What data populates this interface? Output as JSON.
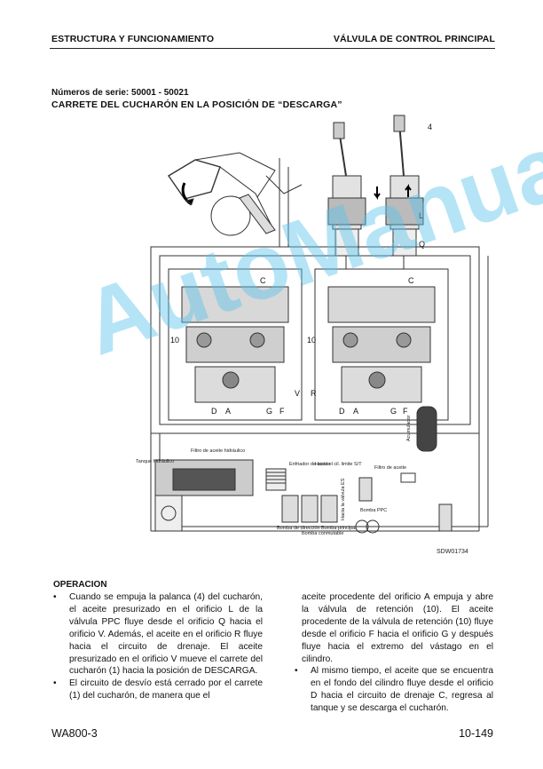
{
  "header": {
    "left": "ESTRUCTURA Y FUNCIONAMIENTO",
    "right": "VÁLVULA DE CONTROL PRINCIPAL"
  },
  "serial": "Números de serie: 50001 - 50021",
  "title": "CARRETE DEL CUCHARÓN EN LA POSICIÓN DE “DESCARGA”",
  "diagram": {
    "labels": {
      "c": "C",
      "ten": "10",
      "four": "4",
      "l": "L",
      "q": "Q",
      "d": "D",
      "a": "A",
      "g": "G",
      "f": "F",
      "v": "V",
      "r": "R",
      "tanque": "Tanque hidráulico",
      "filtro_hidr": "Filtro de aceite hidráulico",
      "filtro": "Filtro de aceite",
      "acumulador": "Acumulador",
      "enfriador": "Enfriador de aceite",
      "hacia_cil": "Hacia el cil. limite S/T",
      "hacia_valv": "Hacia la válvula ES",
      "bomba_ppc": "Bomba PPC",
      "bomba_dir": "Bomba de dirección",
      "bomba_conmut": "Bomba conmutable",
      "bomba_princ": "Bomba principal",
      "code": "SDW01734"
    }
  },
  "watermark": "AutoManual",
  "operation": {
    "title": "OPERACION",
    "bullet1": "Cuando se empuja la palanca (4) del cucharón, el aceite presurizado en el orificio L de la válvula PPC fluye desde el orificio Q hacia el orificio V. Además, el aceite en el orificio R fluye hacia el circuito de drenaje. El aceite presurizado en el orificio V mueve el carrete del cucharón (1) hacia la posición de DESCARGA.",
    "bullet2": "El circuito de desvío está cerrado por el carrete (1) del cucharón, de manera que el",
    "cont": "aceite procedente del orificio A empuja y abre la válvula de retención (10). El aceite procedente de la válvula de retención (10) fluye desde el orificio F hacia el orificio G y después fluye hacia el extremo del vástago en el cilindro.",
    "bullet3": "Al mismo tiempo, el aceite que se encuentra en el fondo del cilindro fluye desde el orificio D hacia el circuito de drenaje C, regresa al tanque y se descarga el cucharón."
  },
  "footer": {
    "left": "WA800-3",
    "right": "10-149"
  }
}
